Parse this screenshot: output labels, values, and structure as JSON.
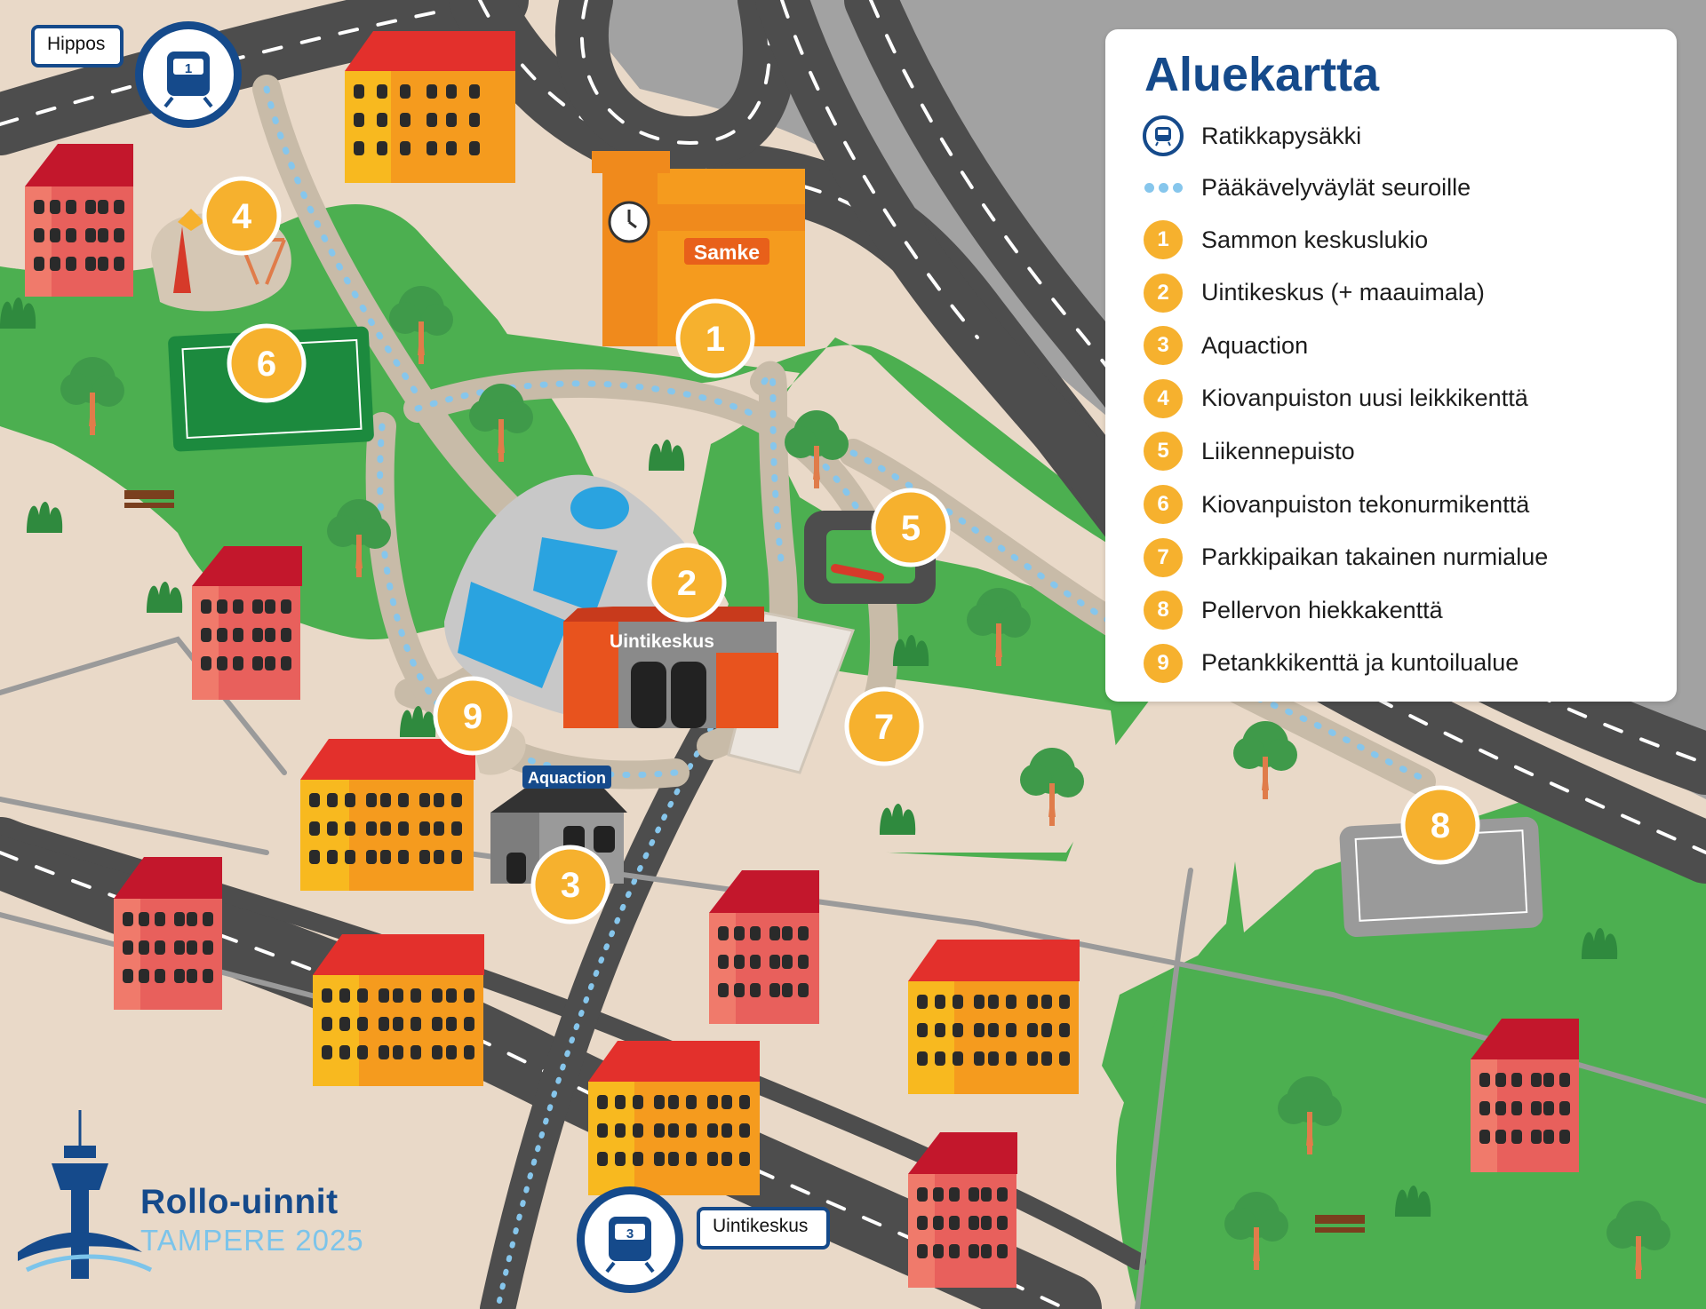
{
  "legend": {
    "title": "Aluekartta",
    "tram_label": "Ratikkapysäkki",
    "walkway_label": "Pääkävelyväylät seuroille",
    "items": [
      {
        "num": "1",
        "label": "Sammon keskuslukio"
      },
      {
        "num": "2",
        "label": "Uintikeskus (+ maauimala)"
      },
      {
        "num": "3",
        "label": "Aquaction"
      },
      {
        "num": "4",
        "label": "Kiovanpuiston uusi leikkikenttä"
      },
      {
        "num": "5",
        "label": "Liikennepuisto"
      },
      {
        "num": "6",
        "label": "Kiovanpuiston tekonurmikenttä"
      },
      {
        "num": "7",
        "label": "Parkkipaikan takainen nurmialue"
      },
      {
        "num": "8",
        "label": "Pellervon hiekkakenttä"
      },
      {
        "num": "9",
        "label": "Petankkikenttä ja kuntoilualue"
      }
    ]
  },
  "tram_stops": [
    {
      "name": "Hippos",
      "line": "1"
    },
    {
      "name": "Uintikeskus",
      "line": "3"
    }
  ],
  "buildings": {
    "school_sign": "Samke",
    "pool_sign": "Uintikeskus",
    "aquaction_sign": "Aquaction"
  },
  "markers": [
    "1",
    "2",
    "3",
    "4",
    "5",
    "6",
    "7",
    "8",
    "9"
  ],
  "logo": {
    "title": "Rollo-uinnit",
    "subtitle": "TAMPERE 2025"
  },
  "colors": {
    "brand_blue": "#154a8b",
    "marker_orange": "#f6b12e",
    "walkway_dots": "#86c6ec",
    "grass": "#4caf50",
    "road": "#4d4d4d",
    "sand": "#e9d9c8"
  }
}
